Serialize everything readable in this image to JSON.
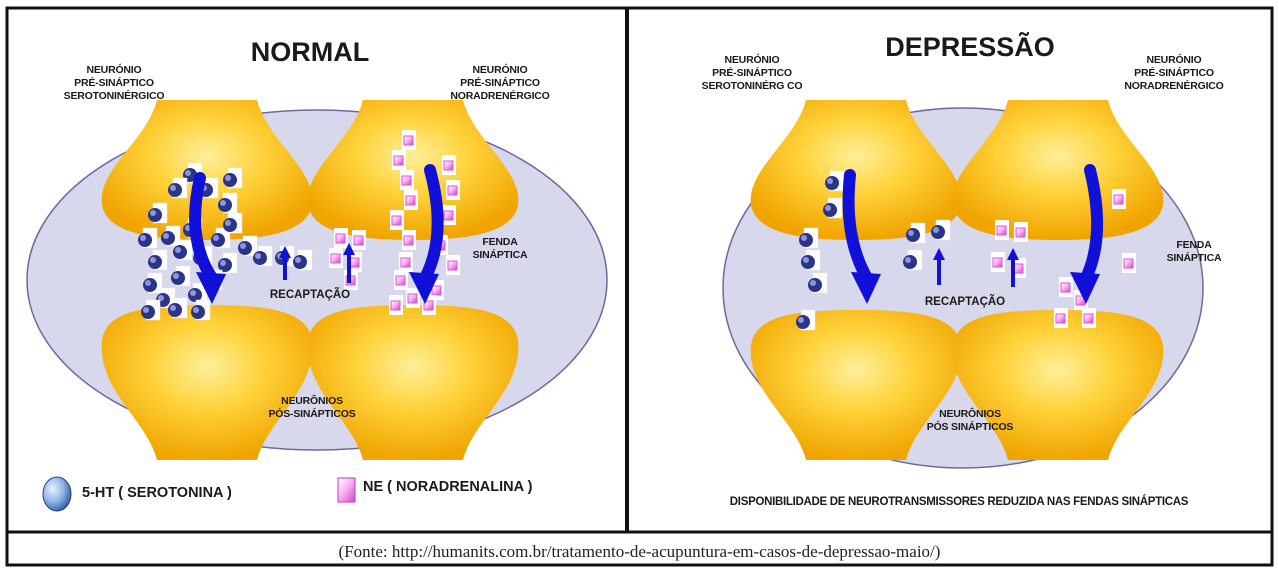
{
  "normal": {
    "title": "NORMAL",
    "pre_sero": "NEURÓNIO\nPRÉ-SINÁPTICO\nSEROTONINÉRGICO",
    "pre_nor": "NEURÓNIO\nPRÉ-SINÁPTICO\nNORADRENÉRGICO",
    "fenda": "FENDA\nSINÁPTICA",
    "recaptacao": "RECAPTAÇÃO",
    "pos": "NEURÔNIOS\nPÓS-SINÁPTICOS"
  },
  "depressao": {
    "title": "DEPRESSÃO",
    "pre_sero": "NEURÓNIO\nPRÉ-SINÁPTICO\nSEROTONINÉRG CO",
    "pre_nor": "NEURÓNIO\nPRÉ-SINÁPTICO\nNORADRENÉRGICO",
    "fenda": "FENDA\nSINÁPTICA",
    "recaptacao": "RECAPTAÇÃO",
    "pos": "NEURÔNIOS\nPÓS SINÁPTICOS"
  },
  "legend": {
    "serotonin": "5-HT ( SEROTONINA )",
    "noradrenaline": "NE ( NORADRENALINA )"
  },
  "note": "DISPONIBILIDADE DE NEUROTRANSMISSORES REDUZIDA NAS FENDAS SINÁPTICAS",
  "caption": "(Fonte: http://humanits.com.br/tratamento-de-acupuntura-em-casos-de-depressao-maio/)",
  "colors": {
    "neuron": "#f5b500",
    "neuron_light": "#ffe27a",
    "cleft": "#d8d8ec",
    "arrow": "#1010d8",
    "serotonin": "#2a3488",
    "noradrenaline": "#e24fd8"
  }
}
